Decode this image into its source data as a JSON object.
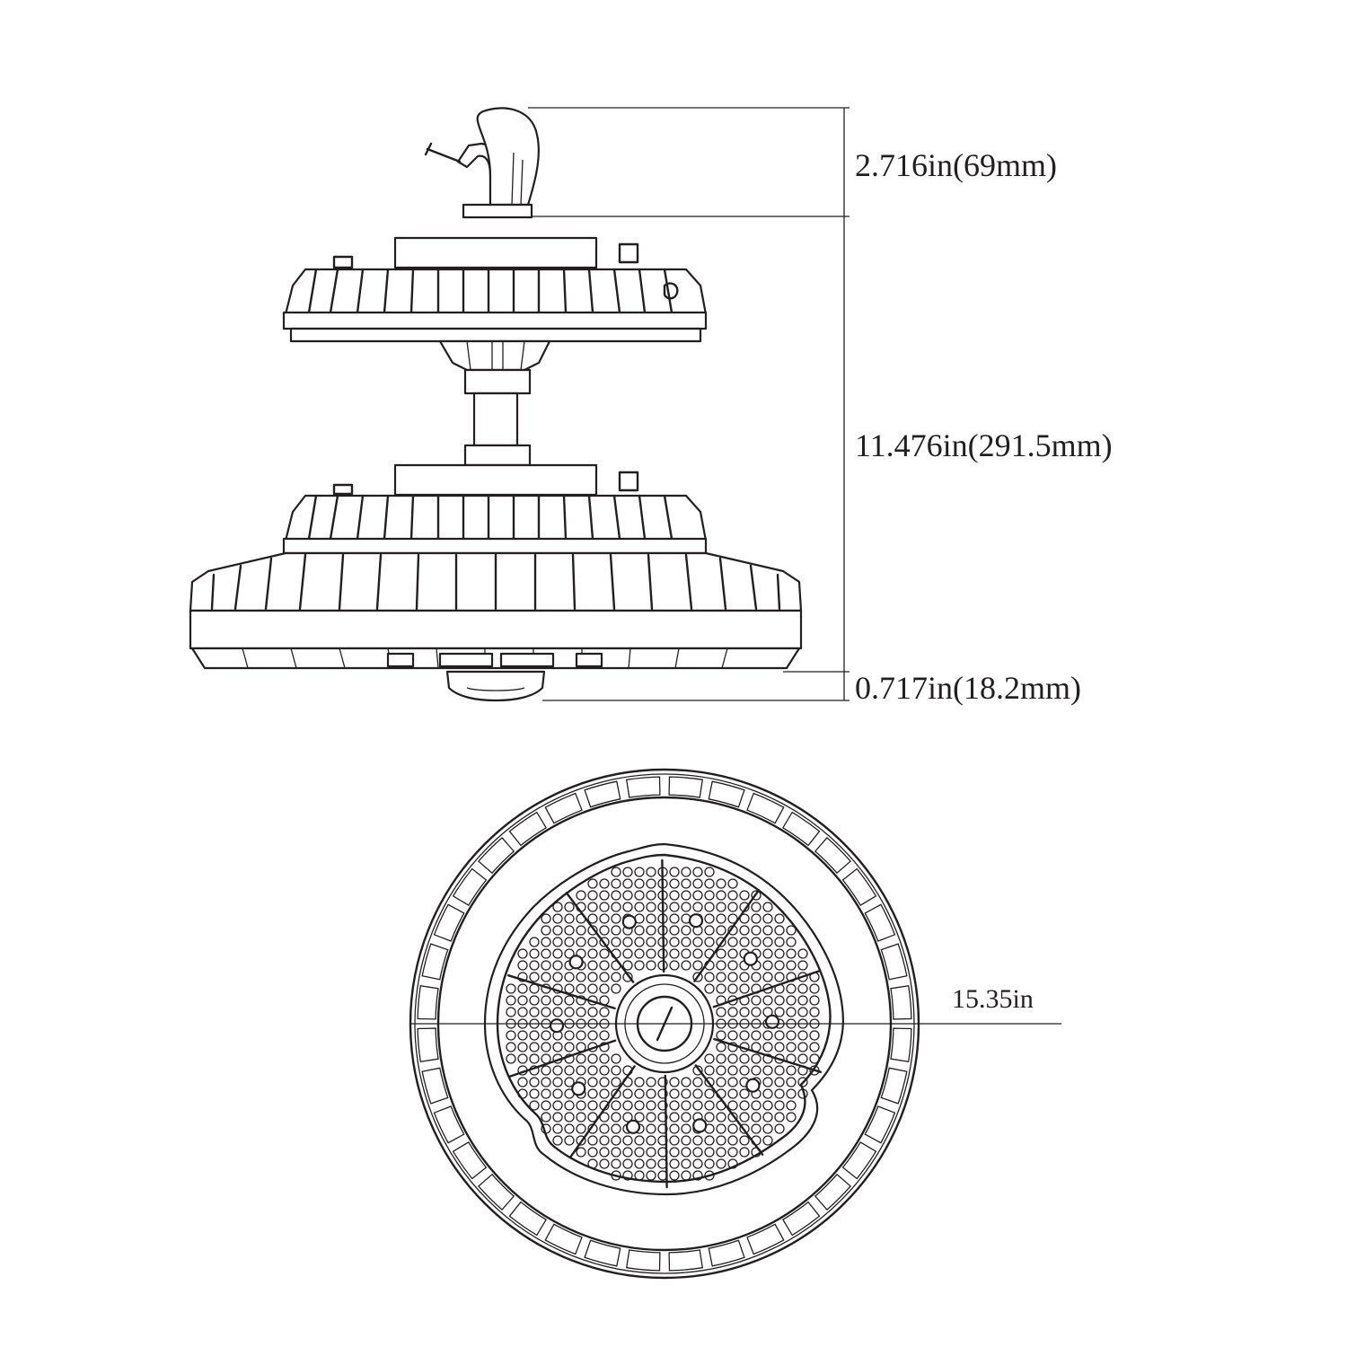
{
  "dimensions": {
    "hook_height": "2.716in(69mm)",
    "body_height": "11.476in(291.5mm)",
    "sensor_height": "0.717in(18.2mm)",
    "diameter": "15.35in"
  },
  "colors": {
    "line": "#231f20",
    "background": "#ffffff"
  }
}
